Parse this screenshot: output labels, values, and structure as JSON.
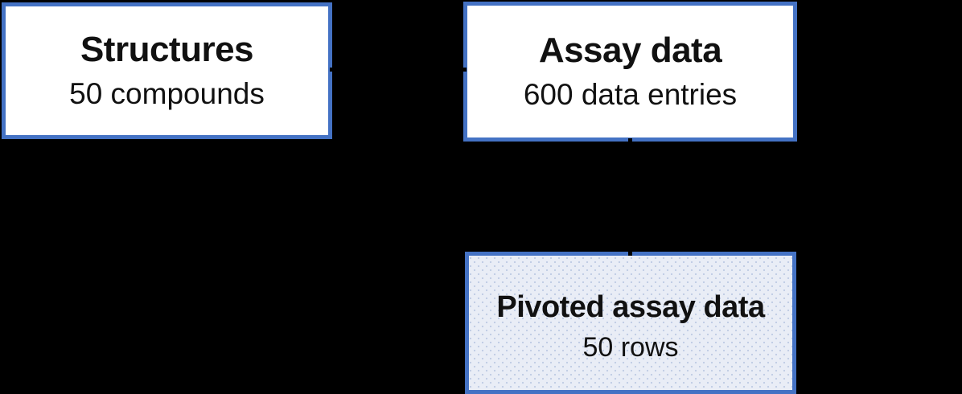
{
  "diagram": {
    "background_color": "#000000",
    "node_border_color": "#4472C4",
    "connector_color": "#000000",
    "text_color": "#111111",
    "nodes": [
      {
        "id": "structures",
        "title": "Structures",
        "subtitle": "50 compounds",
        "fill": "#ffffff"
      },
      {
        "id": "assay-data",
        "title": "Assay data",
        "subtitle": "600 data entries",
        "fill": "#ffffff"
      },
      {
        "id": "pivoted-assay-data",
        "title": "Pivoted assay data",
        "subtitle": "50 rows",
        "fill": "#e9edf6"
      }
    ],
    "connectors": [
      {
        "id": "structures-to-assay-data",
        "type": "horizontal",
        "color": "#000000"
      },
      {
        "id": "assay-data-to-pivoted",
        "type": "vertical",
        "color": "#000000"
      }
    ]
  }
}
